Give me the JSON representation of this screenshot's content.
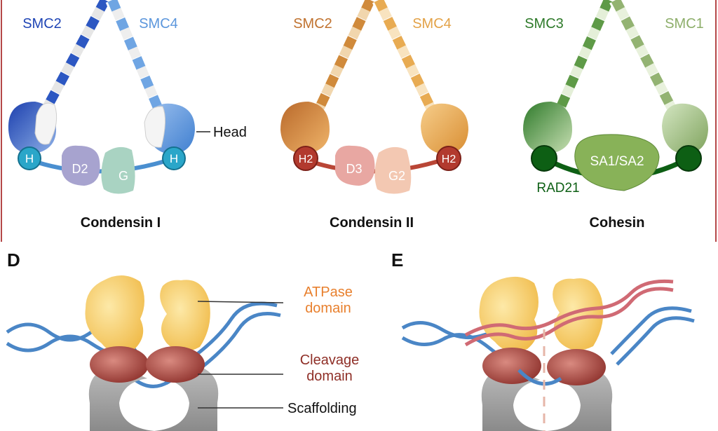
{
  "panels": {
    "condensin1": {
      "title": "Condensin I",
      "arm_left": "SMC2",
      "arm_right": "SMC4",
      "head_left": "H",
      "head_right": "H",
      "sub_a": "D2",
      "sub_b": "G",
      "callout": "Head",
      "colors": {
        "left": "#1f45b5",
        "right": "#5b96dc",
        "head_node": "#2aa6c9",
        "sub_a": "#a7a3cf",
        "sub_b": "#a9d3c2",
        "link": "#4a8fd0"
      }
    },
    "condensin2": {
      "title": "Condensin II",
      "arm_left": "SMC2",
      "arm_right": "SMC4",
      "head_left": "H2",
      "head_right": "H2",
      "sub_a": "D3",
      "sub_b": "G2",
      "colors": {
        "left": "#c0722f",
        "right": "#e3a247",
        "head_node": "#b23a2e",
        "sub_a": "#e8a7a2",
        "sub_b": "#f3c8b2",
        "link": "#b94636"
      }
    },
    "cohesin": {
      "title": "Cohesin",
      "arm_left": "SMC3",
      "arm_right": "SMC1",
      "sub": "SA1/SA2",
      "kleisin": "RAD21",
      "colors": {
        "left": "#2e7a2a",
        "right": "#8dae6a",
        "head_node": "#0d5f14",
        "sub": "#88b258",
        "link": "#0d5f14"
      }
    },
    "panel_d": {
      "letter": "D",
      "atpase": "ATPase domain",
      "atpase_l1": "ATPase",
      "atpase_l2": "domain",
      "cleavage_l1": "Cleavage",
      "cleavage_l2": "domain",
      "scaffold": "Scaffolding",
      "colors": {
        "atpase": "#f2c45a",
        "cleavage": "#9b3b35",
        "scaffold": "#9a9a9a",
        "dna": "#4a86c6",
        "atpase_text": "#e8802e",
        "cleavage_text": "#8f2f27"
      }
    },
    "panel_e": {
      "letter": "E",
      "colors": {
        "dna_red": "#d06a74",
        "cut_line": "#e6b6a8"
      }
    }
  }
}
